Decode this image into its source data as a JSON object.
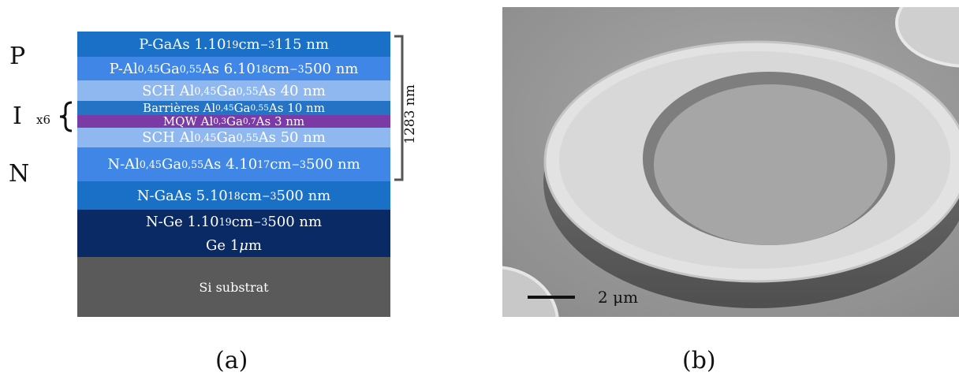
{
  "figure_a": {
    "zones": [
      "P",
      "I",
      "N"
    ],
    "repeat_label": "x6",
    "total_label": "1283 nm",
    "caption": "(a)",
    "layers": [
      {
        "pre": "P-GaAs 1.10",
        "sup": "19",
        "post": " cm",
        "sup2": "−3",
        "post2": " 115 nm",
        "color": "#1a6fc7"
      },
      {
        "html_label": "P-Al<sub>0,45</sub>Ga<sub>0,55</sub>As 6.10<sup>18</sup> cm<sup>−3</sup> 500 nm",
        "color": "#3f86e6"
      },
      {
        "html_label": "SCH Al<sub>0,45</sub>Ga<sub>0,55</sub>As 40 nm",
        "color": "#90b8f0"
      },
      {
        "html_label": "Barrières Al<sub>0,45</sub>Ga<sub>0,55</sub>As 10 nm",
        "color": "#2573c4"
      },
      {
        "html_label": "MQW Al<sub>0,3</sub>Ga<sub>0,7</sub>As 3 nm",
        "color": "#7b3aa5"
      },
      {
        "html_label": "SCH Al<sub>0,45</sub>Ga<sub>0,55</sub>As 50 nm",
        "color": "#90b8f0"
      },
      {
        "html_label": "N-Al<sub>0,45</sub>Ga<sub>0,55</sub>As 4.10<sup>17</sup> cm<sup>−3</sup> 500 nm",
        "color": "#3f86e6"
      },
      {
        "html_label": "N-GaAs 5.10<sup>18</sup> cm<sup>−3</sup> 500 nm",
        "color": "#1a6fc7"
      },
      {
        "html_label": "N-Ge 1.10<sup>19</sup> cm<sup>−3</sup> 500 nm",
        "color": "#0a2a66"
      },
      {
        "html_label": "Ge 1 <i>μ</i>m",
        "color": "#0a2a66"
      },
      {
        "html_label": "Si substrat",
        "color": "#5a5a5a"
      }
    ]
  },
  "figure_b": {
    "scale_label": "2 μm",
    "caption": "(b)"
  }
}
